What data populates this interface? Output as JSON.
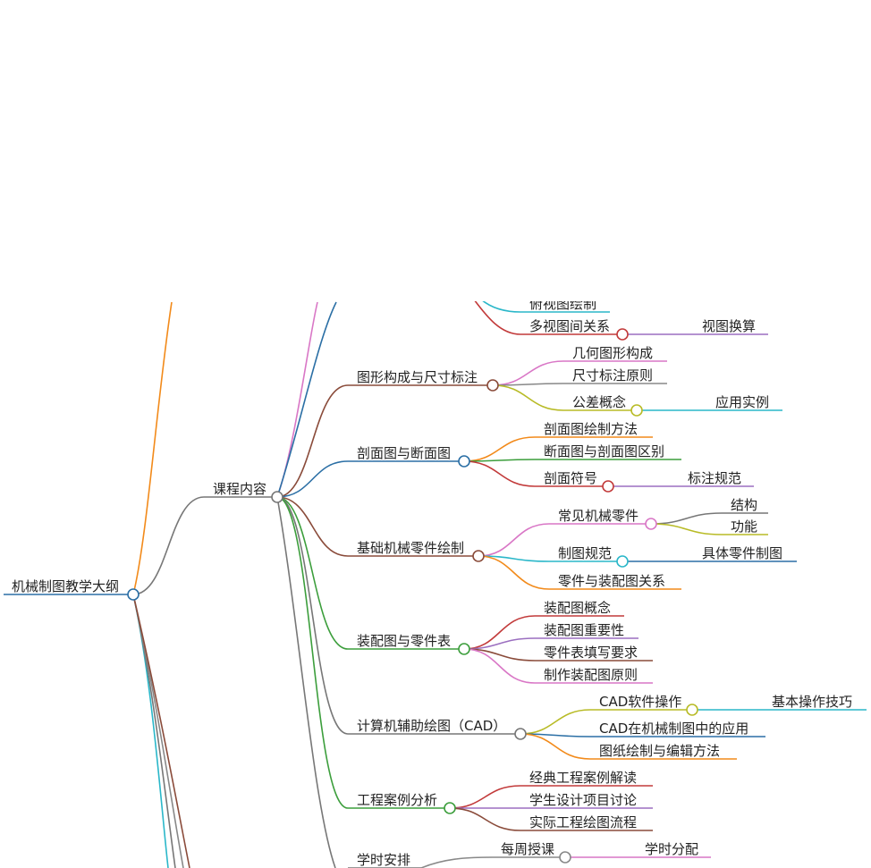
{
  "root": {
    "label": "机械制图教学大纲",
    "color": "#2b6fa5"
  },
  "nodes": [
    {
      "id": "content",
      "label": "课程内容",
      "color": "#777777"
    },
    {
      "id": "shape",
      "label": "图形构成与尺寸标注",
      "color": "#8a4b3a"
    },
    {
      "id": "shape-1",
      "label": "几何图形构成",
      "color": "#d977c6"
    },
    {
      "id": "shape-2",
      "label": "尺寸标注原则",
      "color": "#888888"
    },
    {
      "id": "shape-3",
      "label": "公差概念",
      "color": "#b8bb26"
    },
    {
      "id": "shape-3-1",
      "label": "应用实例",
      "color": "#2ab7c9"
    },
    {
      "id": "section",
      "label": "剖面图与断面图",
      "color": "#2b6fa5"
    },
    {
      "id": "section-1",
      "label": "剖面图绘制方法",
      "color": "#f28a1a"
    },
    {
      "id": "section-2",
      "label": "断面图与剖面图区别",
      "color": "#3c9e3c"
    },
    {
      "id": "section-3",
      "label": "剖面符号",
      "color": "#c23a3a"
    },
    {
      "id": "section-3-1",
      "label": "标注规范",
      "color": "#9b6fc0"
    },
    {
      "id": "parts",
      "label": "基础机械零件绘制",
      "color": "#8a4b3a"
    },
    {
      "id": "parts-1",
      "label": "常见机械零件",
      "color": "#d977c6"
    },
    {
      "id": "parts-1-1",
      "label": "结构",
      "color": "#777777"
    },
    {
      "id": "parts-1-2",
      "label": "功能",
      "color": "#b8bb26"
    },
    {
      "id": "parts-2",
      "label": "制图规范",
      "color": "#2ab7c9"
    },
    {
      "id": "parts-2-1",
      "label": "具体零件制图",
      "color": "#2b6fa5"
    },
    {
      "id": "parts-3",
      "label": "零件与装配图关系",
      "color": "#f28a1a"
    },
    {
      "id": "assembly",
      "label": "装配图与零件表",
      "color": "#3c9e3c"
    },
    {
      "id": "assembly-1",
      "label": "装配图概念",
      "color": "#c23a3a"
    },
    {
      "id": "assembly-2",
      "label": "装配图重要性",
      "color": "#9b6fc0"
    },
    {
      "id": "assembly-3",
      "label": "零件表填写要求",
      "color": "#8a4b3a"
    },
    {
      "id": "assembly-4",
      "label": "制作装配图原则",
      "color": "#d977c6"
    },
    {
      "id": "cad",
      "label": "计算机辅助绘图（CAD）",
      "color": "#777777"
    },
    {
      "id": "cad-1",
      "label": "CAD软件操作",
      "color": "#b8bb26"
    },
    {
      "id": "cad-1-1",
      "label": "基本操作技巧",
      "color": "#2ab7c9"
    },
    {
      "id": "cad-2",
      "label": "CAD在机械制图中的应用",
      "color": "#2b6fa5"
    },
    {
      "id": "cad-3",
      "label": "图纸绘制与编辑方法",
      "color": "#f28a1a"
    },
    {
      "id": "case",
      "label": "工程案例分析",
      "color": "#3c9e3c"
    },
    {
      "id": "case-1",
      "label": "经典工程案例解读",
      "color": "#c23a3a"
    },
    {
      "id": "case-2",
      "label": "学生设计项目讨论",
      "color": "#9b6fc0"
    },
    {
      "id": "case-3",
      "label": "实际工程绘图流程",
      "color": "#8a4b3a"
    },
    {
      "id": "views-top",
      "label": "俯视图绘制",
      "color": "#2ab7c9"
    },
    {
      "id": "views-multi",
      "label": "多视图间关系",
      "color": "#c23a3a"
    },
    {
      "id": "views-multi-1",
      "label": "视图换算",
      "color": "#9b6fc0"
    },
    {
      "id": "hours",
      "label": "学时安排",
      "color": "#777777"
    },
    {
      "id": "hours-1",
      "label": "每周授课",
      "color": "#888888"
    },
    {
      "id": "hours-1-1",
      "label": "学时分配",
      "color": "#d977c6"
    }
  ],
  "edges": [
    {
      "from": "root",
      "to": "content"
    },
    {
      "from": "content",
      "to": "shape"
    },
    {
      "from": "shape",
      "to": "shape-1"
    },
    {
      "from": "shape",
      "to": "shape-2"
    },
    {
      "from": "shape",
      "to": "shape-3"
    },
    {
      "from": "shape-3",
      "to": "shape-3-1"
    },
    {
      "from": "content",
      "to": "section"
    },
    {
      "from": "section",
      "to": "section-1"
    },
    {
      "from": "section",
      "to": "section-2"
    },
    {
      "from": "section",
      "to": "section-3"
    },
    {
      "from": "section-3",
      "to": "section-3-1"
    },
    {
      "from": "content",
      "to": "parts"
    },
    {
      "from": "parts",
      "to": "parts-1"
    },
    {
      "from": "parts-1",
      "to": "parts-1-1"
    },
    {
      "from": "parts-1",
      "to": "parts-1-2"
    },
    {
      "from": "parts",
      "to": "parts-2"
    },
    {
      "from": "parts-2",
      "to": "parts-2-1"
    },
    {
      "from": "parts",
      "to": "parts-3"
    },
    {
      "from": "content",
      "to": "assembly"
    },
    {
      "from": "assembly",
      "to": "assembly-1"
    },
    {
      "from": "assembly",
      "to": "assembly-2"
    },
    {
      "from": "assembly",
      "to": "assembly-3"
    },
    {
      "from": "assembly",
      "to": "assembly-4"
    },
    {
      "from": "content",
      "to": "cad"
    },
    {
      "from": "cad",
      "to": "cad-1"
    },
    {
      "from": "cad-1",
      "to": "cad-1-1"
    },
    {
      "from": "cad",
      "to": "cad-2"
    },
    {
      "from": "cad",
      "to": "cad-3"
    },
    {
      "from": "content",
      "to": "case"
    },
    {
      "from": "case",
      "to": "case-1"
    },
    {
      "from": "case",
      "to": "case-2"
    },
    {
      "from": "case",
      "to": "case-3"
    },
    {
      "from": "views-multi",
      "to": "views-multi-1"
    },
    {
      "from": "hours-1",
      "to": "hours-1-1"
    }
  ]
}
